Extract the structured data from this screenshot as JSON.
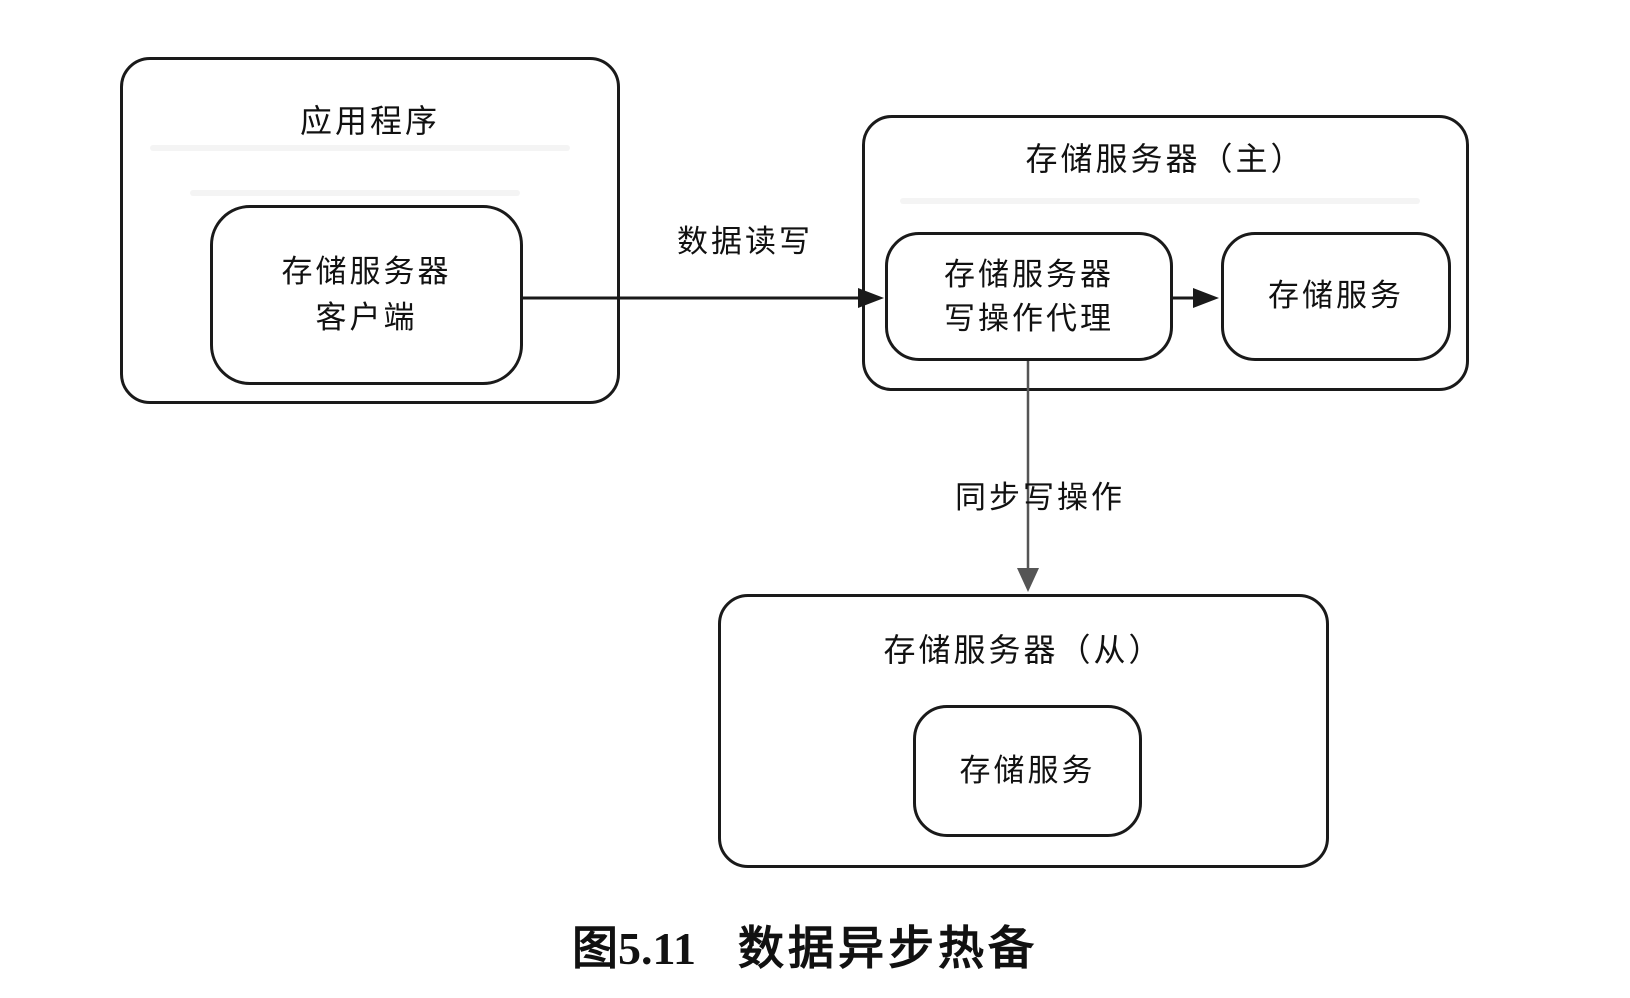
{
  "figure": {
    "caption_label": "图5.11",
    "caption_title": "数据异步热备"
  },
  "nodes": {
    "application": {
      "label": "应用程序"
    },
    "storage_client": {
      "line1": "存储服务器",
      "line2": "客户端"
    },
    "master_server": {
      "label": "存储服务器（主）"
    },
    "write_proxy": {
      "line1": "存储服务器",
      "line2": "写操作代理"
    },
    "master_storage_service": {
      "label": "存储服务"
    },
    "slave_server": {
      "label": "存储服务器（从）"
    },
    "slave_storage_service": {
      "label": "存储服务"
    }
  },
  "edges": {
    "data_rw": {
      "label": "数据读写"
    },
    "proxy_to_service": {
      "label": ""
    },
    "sync_write": {
      "label": "同步写操作"
    }
  },
  "colors": {
    "line": "#1a1a1a",
    "vertical_arrow": "#555555",
    "background": "#ffffff",
    "text": "#111111"
  }
}
